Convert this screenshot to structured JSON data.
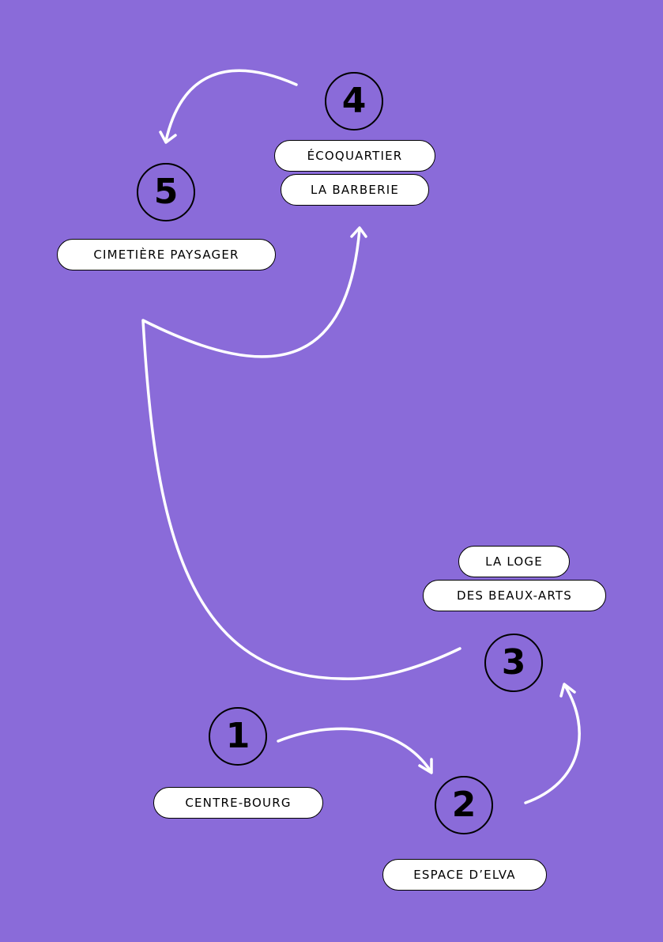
{
  "colors": {
    "background": "#8a6bd9",
    "arrow": "#ffffff",
    "ink": "#000000",
    "label_fill": "#ffffff"
  },
  "stops": [
    {
      "number": "1",
      "labels": [
        "CENTRE-BOURG"
      ]
    },
    {
      "number": "2",
      "labels": [
        "ESPACE D’ELVA"
      ]
    },
    {
      "number": "3",
      "labels": [
        "LA LOGE",
        "DES BEAUX-ARTS"
      ]
    },
    {
      "number": "4",
      "labels": [
        "ÉCOQUARTIER",
        "LA BARBERIE"
      ]
    },
    {
      "number": "5",
      "labels": [
        "CIMETIÈRE PAYSAGER"
      ]
    }
  ],
  "links": [
    {
      "from": "1",
      "to": "2"
    },
    {
      "from": "2",
      "to": "3"
    },
    {
      "from": "3",
      "to": "4"
    },
    {
      "from": "4",
      "to": "5"
    }
  ]
}
